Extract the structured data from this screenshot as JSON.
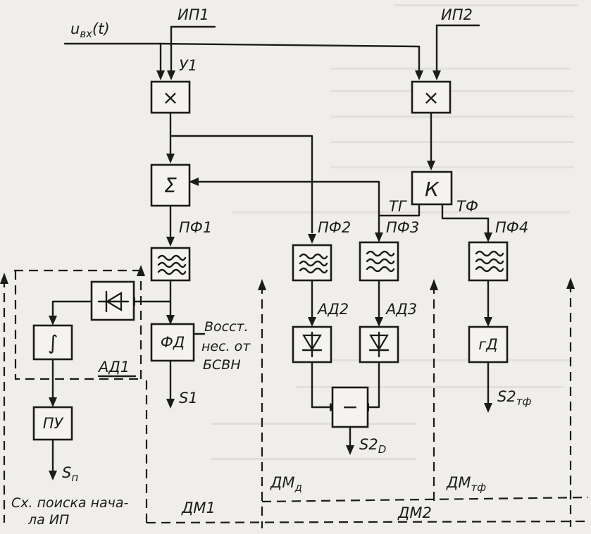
{
  "labels": {
    "input": "u",
    "input_sub": "вх",
    "input_arg": "(t)",
    "ip1": "ИП1",
    "ip2": "ИП2",
    "y1": "У1",
    "pf1": "ПФ1",
    "pf2": "ПФ2",
    "pf3": "ПФ3",
    "pf4": "ПФ4",
    "tg": "ТГ",
    "tf": "ТФ",
    "ad1": "АД1",
    "ad2": "АД2",
    "ad3": "АД3",
    "restore_1": "Восст.",
    "restore_2": "нес. от",
    "restore_3": "БСВН",
    "s1": "S1",
    "sp": "S",
    "sp_sub": "п",
    "s2d": "S2",
    "s2d_sub": "D",
    "s2tf": "S2",
    "s2tf_sub": "тф",
    "dmd": "ДМ",
    "dmd_sub": "д",
    "dmtf": "ДМ",
    "dmtf_sub": "тф",
    "dm1": "ДМ1",
    "dm2": "ДМ2",
    "search_1": "Сх. поиска нача-",
    "search_2": "ла ИП"
  },
  "blocks": {
    "mult1": "×",
    "mult2": "×",
    "sum": "Σ",
    "k": "К",
    "pd": "ФД",
    "pu": "ПУ",
    "gd": "гД",
    "minus": "−",
    "integrator": "∫"
  }
}
